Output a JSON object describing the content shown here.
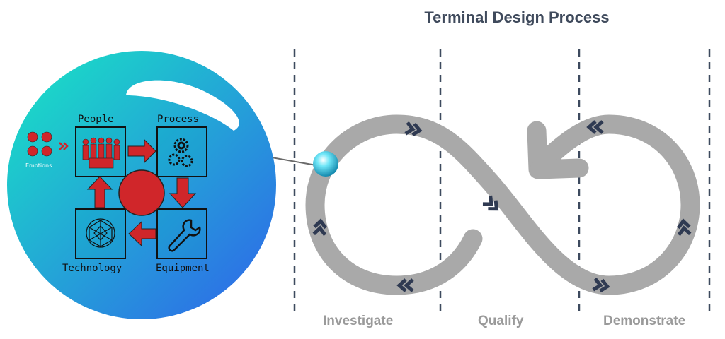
{
  "title": "Terminal Design Process",
  "phases": [
    "Investigate",
    "Qualify",
    "Demonstrate"
  ],
  "circle": {
    "emotions": "Emotions",
    "people": "People",
    "process": "Process",
    "technology": "Technology",
    "equipment": "Equipment"
  },
  "colors": {
    "title": "#3f4a5c",
    "track": "#a9a9a9",
    "chevron": "#2f3a52",
    "accent_red": "#d0262a",
    "circle_start": "#18e0c8",
    "circle_end": "#2f6fe8"
  },
  "icons": [
    "people-icon",
    "gears-icon",
    "network-sphere-icon",
    "wrench-icon",
    "emotion-faces-icon",
    "chevron-icon"
  ]
}
